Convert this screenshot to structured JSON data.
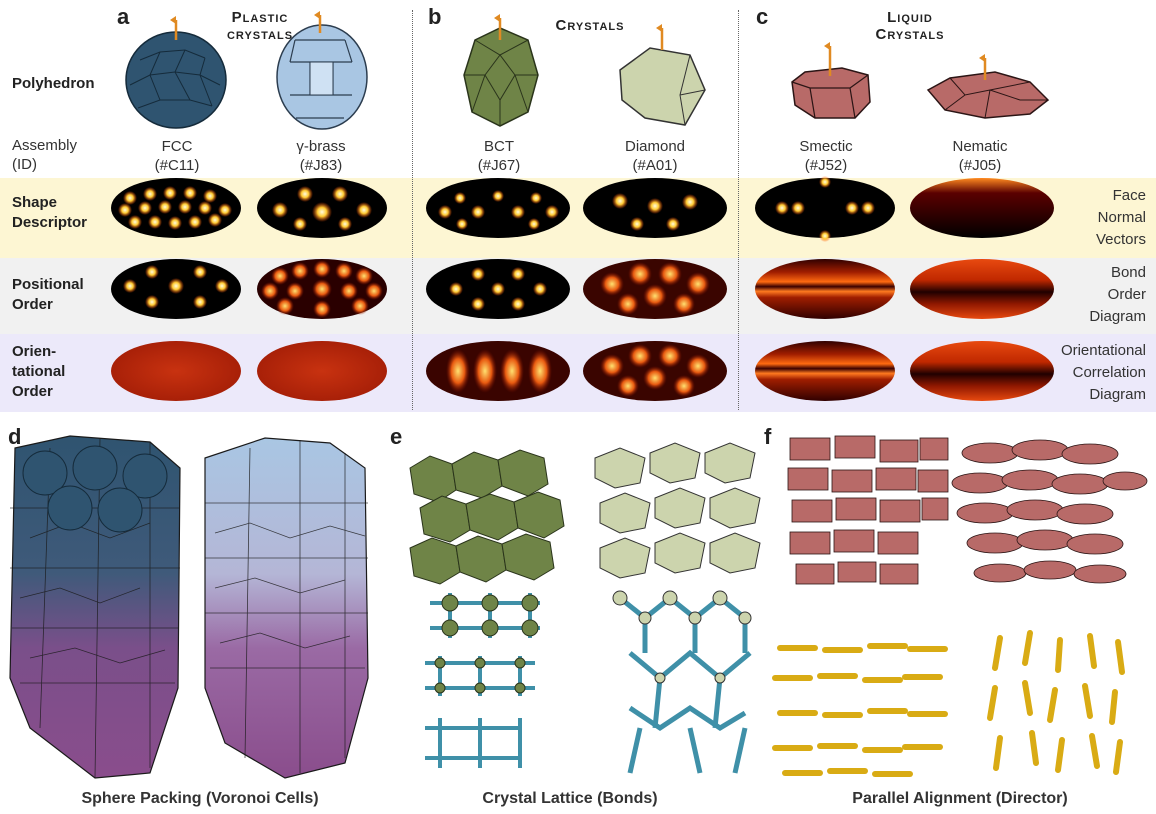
{
  "panels": {
    "a": {
      "letter": "a",
      "title_line1": "Plastic",
      "title_line2": "crystals"
    },
    "b": {
      "letter": "b",
      "title_line1": "Crystals"
    },
    "c": {
      "letter": "c",
      "title_line1": "Liquid",
      "title_line2": "Crystals"
    },
    "d": {
      "letter": "d",
      "caption": "Sphere Packing (Voronoi Cells)"
    },
    "e": {
      "letter": "e",
      "caption": "Crystal Lattice (Bonds)"
    },
    "f": {
      "letter": "f",
      "caption": "Parallel Alignment (Director)"
    }
  },
  "row_labels": {
    "polyhedron": "Polyhedron",
    "assembly_line1": "Assembly",
    "assembly_line2": "(ID)",
    "shape_line1": "Shape",
    "shape_line2": "Descriptor",
    "positional_line1": "Positional",
    "positional_line2": "Order",
    "orient_line1": "Orien-",
    "orient_line2": "tational",
    "orient_line3": "Order"
  },
  "right_labels": {
    "shape": [
      "Face",
      "Normal",
      "Vectors"
    ],
    "positional": [
      "Bond",
      "Order",
      "Diagram"
    ],
    "orient": [
      "Orientational",
      "Correlation",
      "Diagram"
    ]
  },
  "assemblies": [
    {
      "name": "FCC",
      "id": "(#C11)"
    },
    {
      "name": "γ-brass",
      "id": "(#J83)"
    },
    {
      "name": "BCT",
      "id": "(#J67)"
    },
    {
      "name": "Diamond",
      "id": "(#A01)"
    },
    {
      "name": "Smectic",
      "id": "(#J52)"
    },
    {
      "name": "Nematic",
      "id": "(#J05)"
    }
  ],
  "colors": {
    "plastic_fcc": "#2f5470",
    "plastic_gamma": "#a9c6e3",
    "crystal_bct": "#6f8447",
    "crystal_diamond": "#ccd4ad",
    "lc": "#b86a68",
    "arrow": "#e08a22",
    "band_shape": "#fdf6d3",
    "band_positional": "#f1f1f1",
    "band_orient": "#ece9fa",
    "bond": "#3f90a8",
    "director": "#d9ab14",
    "voronoi_purple": "#8a4d8c"
  }
}
